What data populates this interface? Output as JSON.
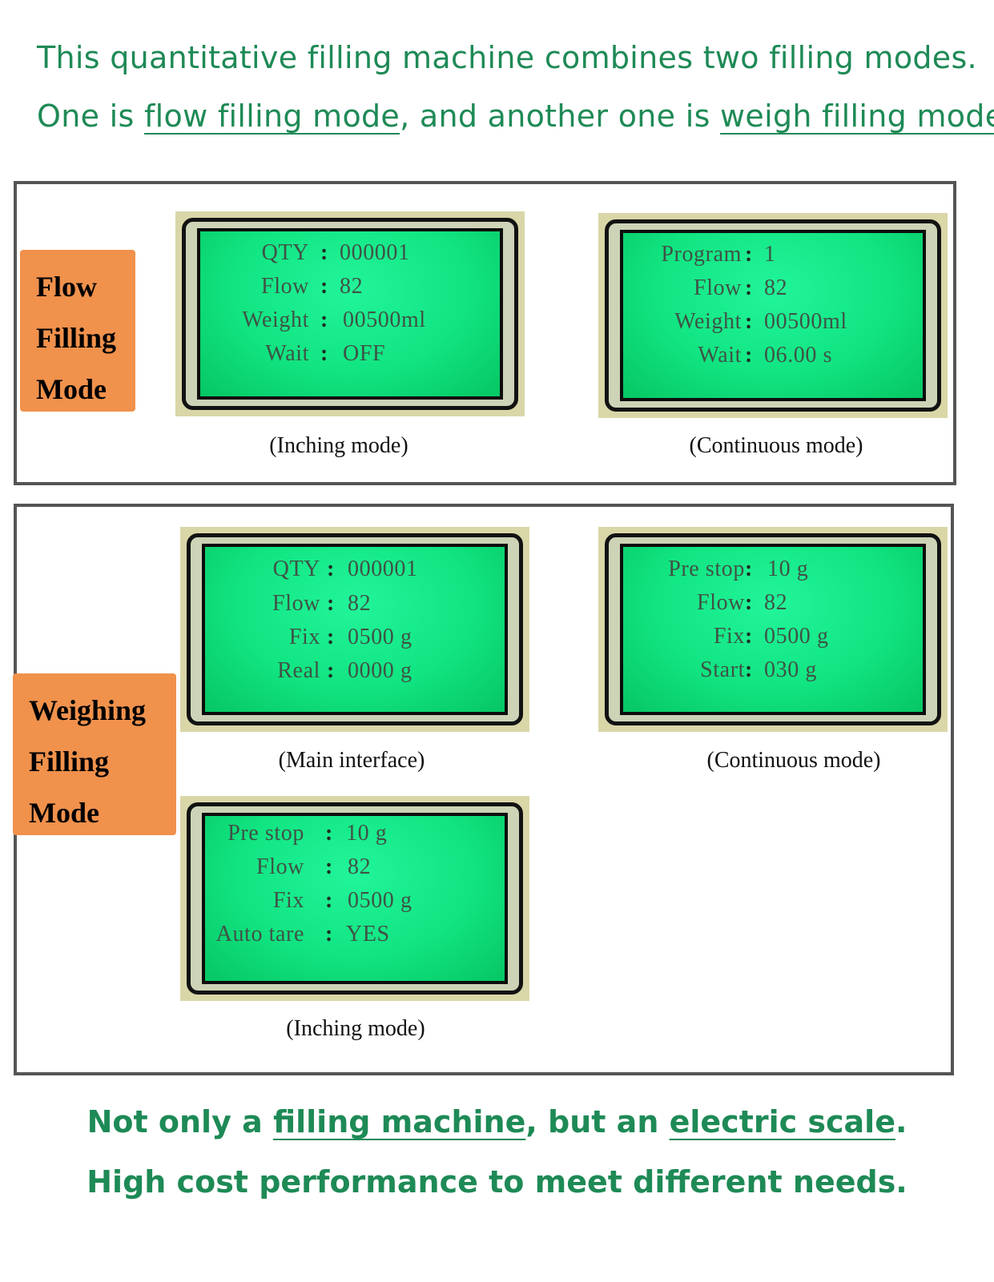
{
  "intro": {
    "line1": "This quantitative filling machine combines two filling modes.",
    "line2_a": "One is ",
    "line2_link1": "flow filling mode",
    "line2_b": ", and another one is ",
    "line2_link2": "weigh filling mode",
    "line2_c": "."
  },
  "flow_section": {
    "label": [
      "Flow",
      "Filling",
      "Mode"
    ],
    "screens": [
      {
        "caption": "(Inching mode)",
        "rows": [
          {
            "label": "QTY",
            "value": "000001"
          },
          {
            "label": "Flow",
            "value": "82"
          },
          {
            "label": "Weight",
            "value": "00500ml"
          },
          {
            "label": "Wait",
            "value": "OFF"
          }
        ]
      },
      {
        "caption": "(Continuous mode)",
        "rows": [
          {
            "label": "Program",
            "value": "1"
          },
          {
            "label": "Flow",
            "value": "82"
          },
          {
            "label": "Weight",
            "value": "00500ml"
          },
          {
            "label": "Wait",
            "value": "06.00 s"
          }
        ]
      }
    ]
  },
  "weigh_section": {
    "label": [
      "Weighing",
      "Filling",
      "Mode"
    ],
    "screens": [
      {
        "caption": "(Main interface)",
        "rows": [
          {
            "label": "QTY",
            "value": "000001"
          },
          {
            "label": "Flow",
            "value": "82"
          },
          {
            "label": "Fix",
            "value": "0500 g"
          },
          {
            "label": "Real",
            "value": "0000 g"
          }
        ]
      },
      {
        "caption": "(Continuous mode)",
        "rows": [
          {
            "label": "Pre stop",
            "value": "10 g"
          },
          {
            "label": "Flow",
            "value": "82"
          },
          {
            "label": "Fix",
            "value": "0500 g"
          },
          {
            "label": "Start",
            "value": "030 g"
          }
        ]
      },
      {
        "caption": "(Inching mode)",
        "rows": [
          {
            "label": "Pre stop",
            "value": "10 g"
          },
          {
            "label": "Flow",
            "value": "82"
          },
          {
            "label": "Fix",
            "value": "0500 g"
          },
          {
            "label": "Auto tare",
            "value": "YES"
          }
        ]
      }
    ]
  },
  "colon": ":",
  "outro": {
    "line1_a": "Not only a ",
    "line1_link1": "filling machine",
    "line1_b": ", but an ",
    "line1_link2": "electric scale",
    "line1_c": ".",
    "line2": "High cost performance to meet different needs."
  },
  "colors": {
    "text_green": "#1e8a56",
    "label_orange": "#f0914c",
    "lcd_green": "#11e481",
    "panel_border": "#555555"
  }
}
